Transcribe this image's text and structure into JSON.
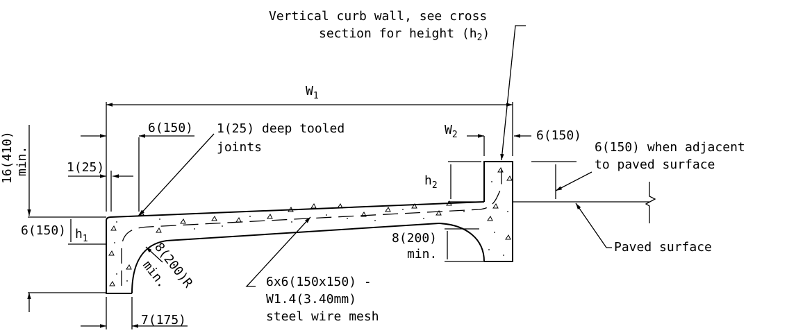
{
  "labels": {
    "curb_wall_line1": "Vertical curb wall, see cross",
    "curb_wall_line2": "section for height (h",
    "curb_wall_sub": "2",
    "curb_wall_close": ")",
    "w1": "W",
    "w1_sub": "1",
    "w2": "W",
    "w2_sub": "2",
    "top_left_offset": "6(150)",
    "tooled_joints_line1": "1(25) deep tooled",
    "tooled_joints_line2": "joints",
    "right_offset": "6(150)",
    "adjacent_line1": "6(150) when adjacent",
    "adjacent_line2": "to paved surface",
    "vertical_16_line1": "16(410)",
    "vertical_16_line2": "min.",
    "dim_1_25": "1(25)",
    "h2": "h",
    "h2_sub": "2",
    "h1": "h",
    "h1_sub": "1",
    "left_thickness": "6(150)",
    "min_depth_line1": "8(200)",
    "min_depth_line2": "min.",
    "paved_surface": "Paved surface",
    "radius_line1": "8(200)R",
    "radius_line2": "min.",
    "mesh_line1": "6x6(150x150) -",
    "mesh_line2": "W1.4(3.40mm)",
    "mesh_line3": "steel wire mesh",
    "bottom_dim": "7(175)"
  }
}
